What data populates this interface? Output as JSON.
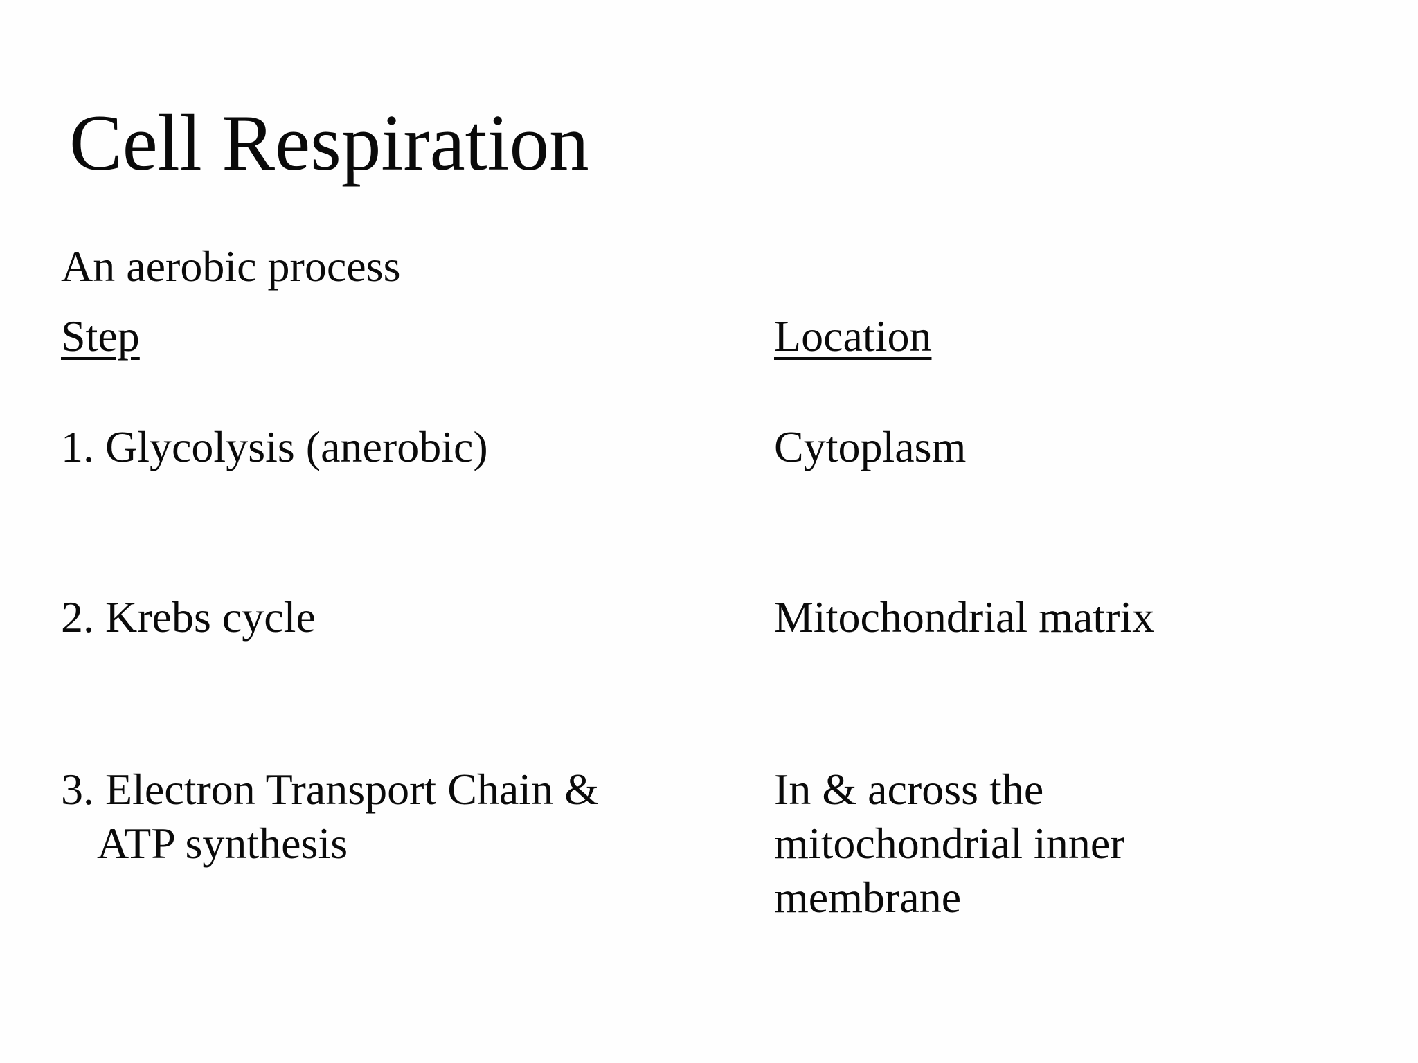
{
  "slide": {
    "title": "Cell Respiration",
    "subtitle": "An aerobic process",
    "colors": {
      "background": "#fefefe",
      "text": "#0a0a0a"
    },
    "table": {
      "headers": {
        "step": "Step",
        "location": "Location"
      },
      "rows": [
        {
          "step": "1. Glycolysis (anerobic)",
          "location": "Cytoplasm"
        },
        {
          "step": "2. Krebs cycle",
          "location": "Mitochondrial matrix"
        },
        {
          "step": "3. Electron Transport Chain &\nATP synthesis",
          "location": "In & across the\nmitochondrial inner\nmembrane"
        }
      ]
    }
  }
}
